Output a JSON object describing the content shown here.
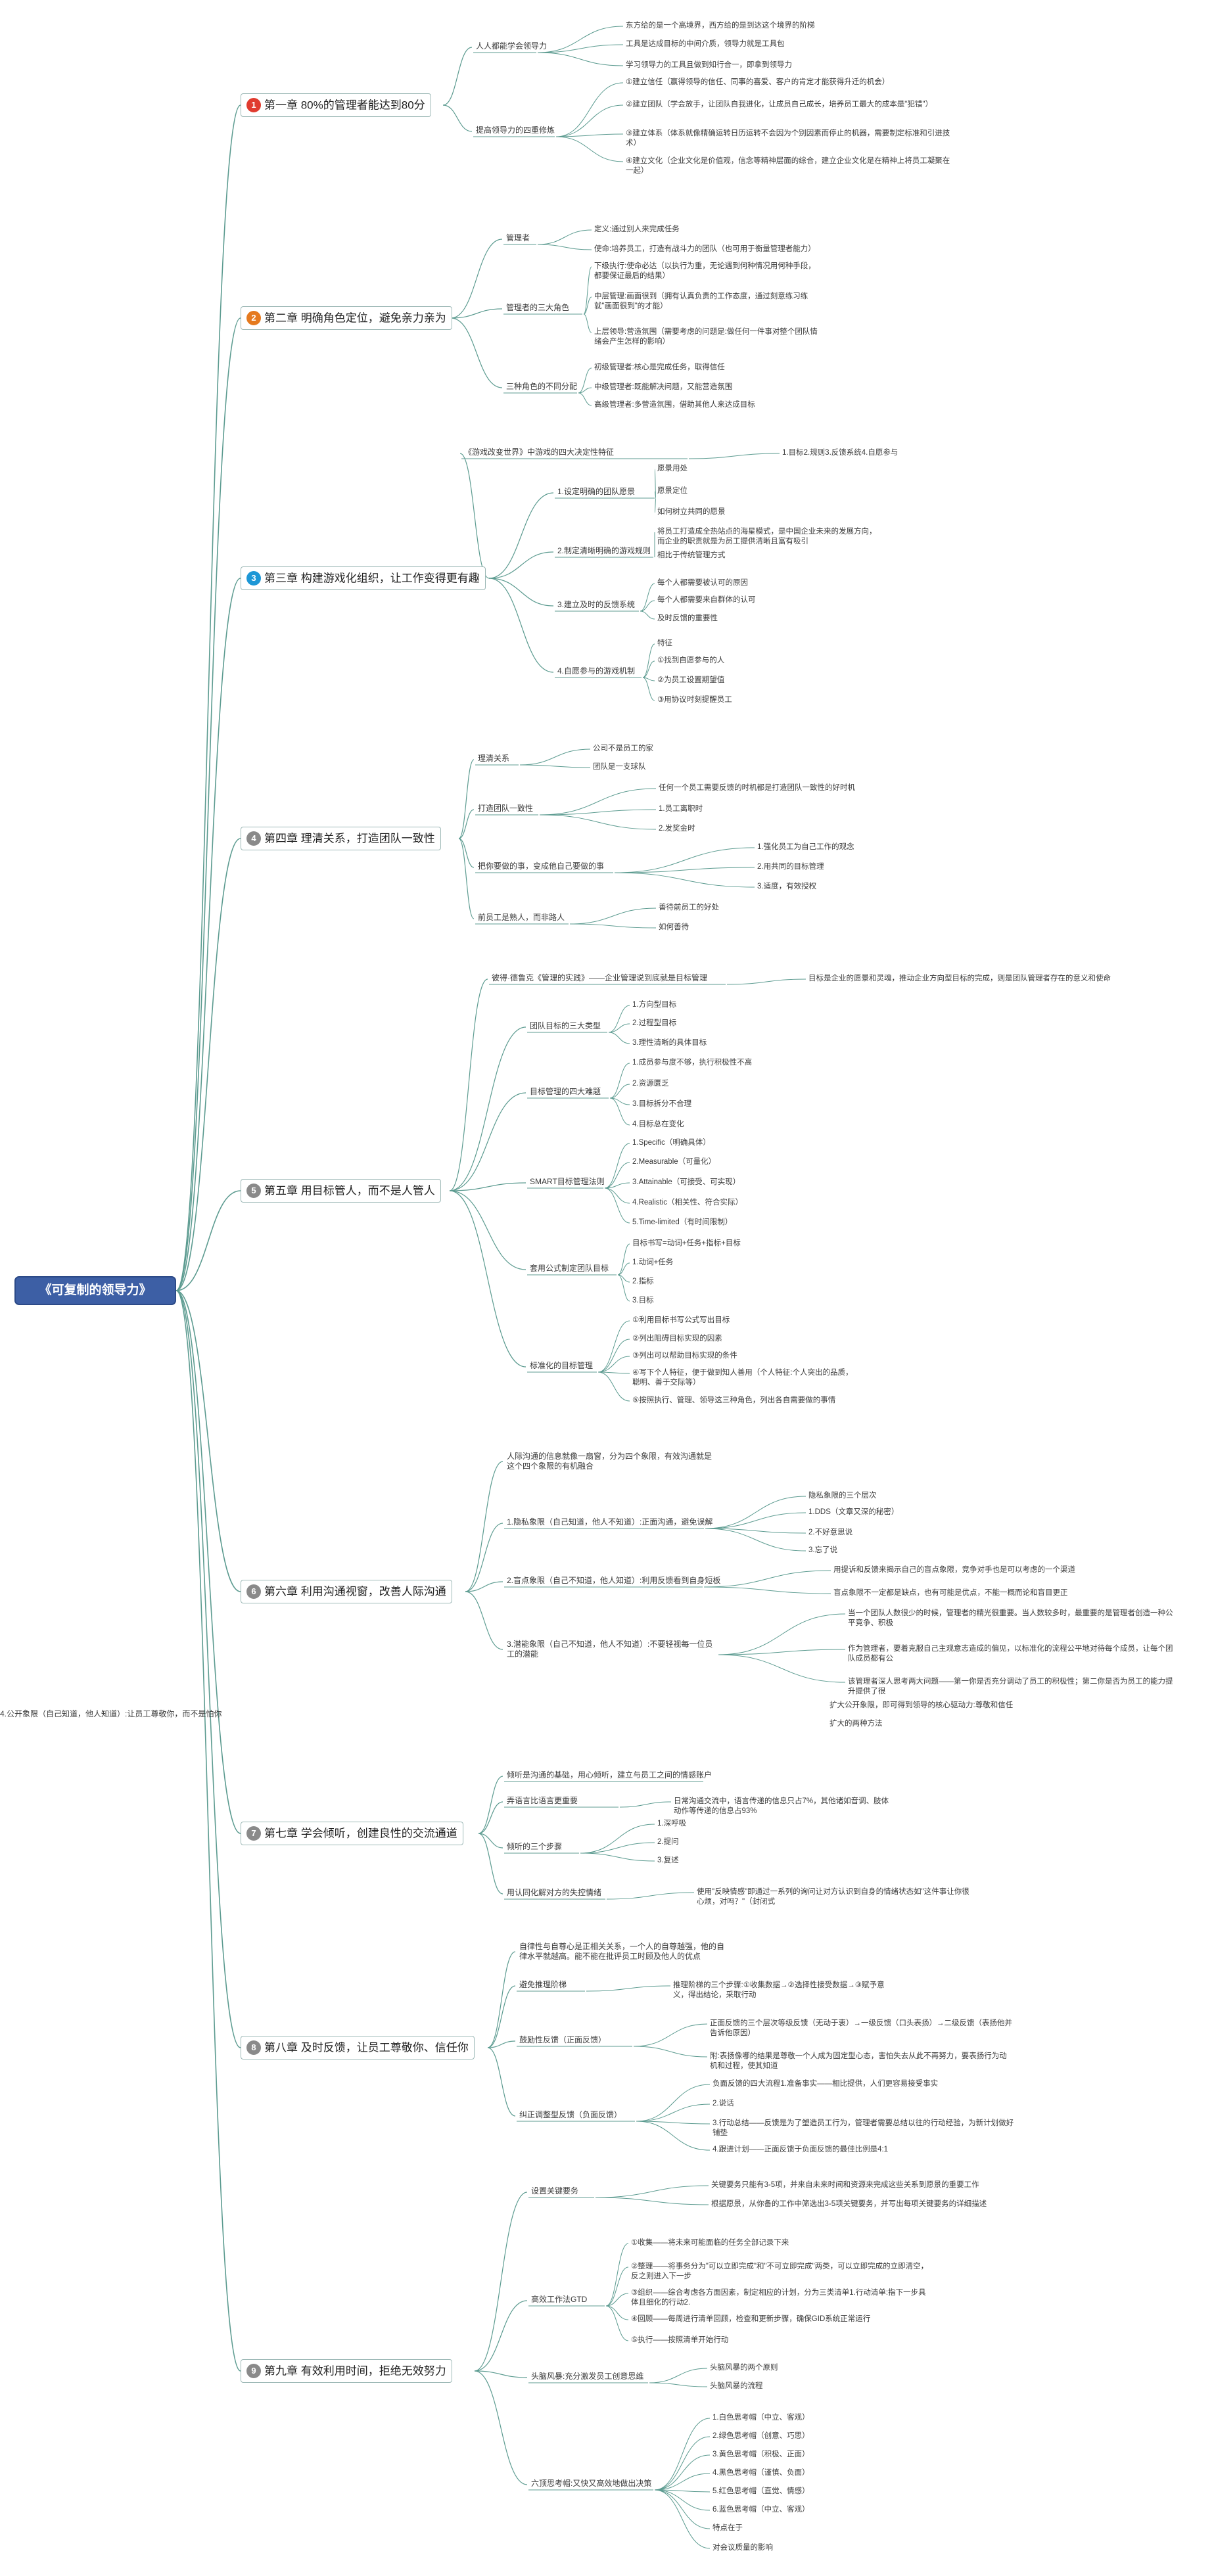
{
  "root": "《可复制的领导力》",
  "chapters": [
    {
      "num": "1",
      "title": "第一章 80%的管理者能达到80分",
      "badge_color": "#e03b2f",
      "branches": [
        {
          "label": "人人都能学会领导力",
          "children": [
            {
              "text": "东方给的是一个高境界，西方给的是到达这个境界的阶梯"
            },
            {
              "text": "工具是达成目标的中间介质，领导力就是工具包"
            },
            {
              "text": "学习领导力的工具且做到知行合一，即拿到领导力"
            }
          ]
        },
        {
          "label": "提高领导力的四重修炼",
          "children": [
            {
              "text": "①建立信任（赢得领导的信任、同事的喜爱、客户的肯定才能获得升迁的机会）"
            },
            {
              "text": "②建立团队（学会放手，让团队自我进化，让成员自己成长，培养员工最大的成本是\"犯错\"）"
            },
            {
              "text": "③建立体系（体系就像精确运转日历运转不会因为个别因素而停止的机器，需要制定标准和引进技术）"
            },
            {
              "text": "④建立文化（企业文化是价值观，信念等精神层面的综合，建立企业文化是在精神上将员工凝聚在一起）"
            }
          ]
        }
      ]
    },
    {
      "num": "2",
      "title": "第二章 明确角色定位，避免亲力亲为",
      "badge_color": "#e57a1f",
      "branches": [
        {
          "label": "管理者",
          "children": [
            {
              "text": "定义:通过别人来完成任务"
            },
            {
              "text": "使命:培养员工，打造有战斗力的团队（也可用于衡量管理者能力）"
            }
          ]
        },
        {
          "label": "管理者的三大角色",
          "children": [
            {
              "text": "下级执行:使命必达（以执行为重，无论遇到何种情况用何种手段，都要保证最后的结果）"
            },
            {
              "text": "中层管理:画面很到（拥有认真负责的工作态度，通过刻意练习练就\"画面很到\"的才能）"
            },
            {
              "text": "上层领导:营造氛围（需要考虑的问题是:做任何一件事对整个团队情绪会产生怎样的影响）"
            }
          ]
        },
        {
          "label": "三种角色的不同分配",
          "children": [
            {
              "text": "初级管理者:核心是完成任务，取得信任"
            },
            {
              "text": "中级管理者:既能解决问题，又能营造氛围"
            },
            {
              "text": "高级管理者:多营造氛围，借助其他人来达成目标"
            }
          ]
        }
      ]
    },
    {
      "num": "3",
      "title": "第三章 构建游戏化组织，让工作变得更有趣",
      "badge_color": "#1d97d6",
      "branches": [
        {
          "label": "《游戏改变世界》中游戏的四大决定性特征",
          "children": [
            {
              "text": "1.目标2.规则3.反馈系统4.自愿参与"
            }
          ]
        },
        {
          "label": "1.设定明确的团队愿景",
          "children": [
            {
              "text": "愿景用处"
            },
            {
              "text": "愿景定位"
            },
            {
              "text": "如何树立共同的愿景"
            }
          ]
        },
        {
          "label": "2.制定清晰明确的游戏规则",
          "children": [
            {
              "text": "将员工打造成全热站点的海星模式，是中国企业未来的发展方向，而企业的职责就是为员工提供清晰且富有吸引"
            },
            {
              "text": "相比于传统管理方式"
            }
          ]
        },
        {
          "label": "3.建立及时的反馈系统",
          "children": [
            {
              "text": "每个人都需要被认可的原因"
            },
            {
              "text": "每个人都需要来自群体的认可"
            },
            {
              "text": "及时反馈的重要性"
            }
          ]
        },
        {
          "label": "4.自愿参与的游戏机制",
          "children": [
            {
              "text": "特征"
            },
            {
              "text": "①找到自愿参与的人"
            },
            {
              "text": "②为员工设置期望值"
            },
            {
              "text": "③用协议时刻提醒员工"
            }
          ]
        }
      ]
    },
    {
      "num": "4",
      "title": "第四章 理清关系，打造团队一致性",
      "badge_color": "#8a8a8a",
      "branches": [
        {
          "label": "理清关系",
          "children": [
            {
              "text": "公司不是员工的家"
            },
            {
              "text": "团队是一支球队"
            }
          ]
        },
        {
          "label": "打造团队一致性",
          "children": [
            {
              "text": "任何一个员工需要反馈的时机都是打造团队一致性的好时机"
            },
            {
              "text": "1.员工离职时"
            },
            {
              "text": "2.发奖金时"
            }
          ]
        },
        {
          "label": "把你要做的事，变成他自己要做的事",
          "children": [
            {
              "text": "1.强化员工为自己工作的观念"
            },
            {
              "text": "2.用共同的目标管理"
            },
            {
              "text": "3.适度，有效授权"
            }
          ]
        },
        {
          "label": "前员工是熟人，而非路人",
          "children": [
            {
              "text": "善待前员工的好处"
            },
            {
              "text": "如何善待"
            }
          ]
        }
      ]
    },
    {
      "num": "5",
      "title": "第五章 用目标管人，而不是人管人",
      "badge_color": "#8a8a8a",
      "branches": [
        {
          "label": "彼得·德鲁克《管理的实践》——企业管理说到底就是目标管理",
          "children": [
            {
              "text": "目标是企业的愿景和灵魂，推动企业方向型目标的完成，则是团队管理者存在的意义和使命"
            }
          ]
        },
        {
          "label": "团队目标的三大类型",
          "children": [
            {
              "text": "1.方向型目标"
            },
            {
              "text": "2.过程型目标"
            },
            {
              "text": "3.理性清晰的具体目标"
            }
          ]
        },
        {
          "label": "目标管理的四大难题",
          "children": [
            {
              "text": "1.成员参与度不够，执行积极性不高"
            },
            {
              "text": "2.资源匮乏"
            },
            {
              "text": "3.目标拆分不合理"
            },
            {
              "text": "4.目标总在变化"
            }
          ]
        },
        {
          "label": "SMART目标管理法则",
          "children": [
            {
              "text": "1.Specific（明确具体）"
            },
            {
              "text": "2.Measurable（可量化）"
            },
            {
              "text": "3.Attainable（可接受、可实现）"
            },
            {
              "text": "4.Realistic（相关性、符合实际）"
            },
            {
              "text": "5.Time-limited（有时间限制）"
            }
          ]
        },
        {
          "label": "套用公式制定团队目标",
          "children": [
            {
              "text": "目标书写=动词+任务+指标+目标"
            },
            {
              "text": "1.动词+任务"
            },
            {
              "text": "2.指标"
            },
            {
              "text": "3.目标"
            }
          ]
        },
        {
          "label": "标准化的目标管理",
          "children": [
            {
              "text": "①利用目标书写公式写出目标"
            },
            {
              "text": "②列出阻碍目标实现的因素"
            },
            {
              "text": "③列出可以帮助目标实现的条件"
            },
            {
              "text": "④写下个人特征，便于做到知人善用（个人特征:个人突出的品质，聪明、善于交际等）"
            },
            {
              "text": "⑤按照执行、管理、领导这三种角色，列出各自需要做的事情"
            }
          ]
        }
      ]
    },
    {
      "num": "6",
      "title": "第六章 利用沟通视窗，改善人际沟通",
      "badge_color": "#8a8a8a",
      "branches": [
        {
          "label": "人际沟通的信息就像一扇窗，分为四个象限，有效沟通就是这个四个象限的有机融合",
          "children": []
        },
        {
          "label": "1.隐私象限（自己知道，他人不知道）:正面沟通，避免误解",
          "children": [
            {
              "text": "隐私象限的三个层次"
            },
            {
              "text": "1.DDS（文章又深的秘密）"
            },
            {
              "text": "2.不好意思说"
            },
            {
              "text": "3.忘了说"
            }
          ]
        },
        {
          "label": "2.盲点象限（自己不知道，他人知道）:利用反馈看到自身短板",
          "children": [
            {
              "text": "用提诉和反馈来揭示自己的盲点象限，竞争对手也是可以考虑的一个渠道"
            },
            {
              "text": "盲点象限不一定都是缺点，也有可能是优点，不能一概而论和盲目更正"
            }
          ]
        },
        {
          "label": "3.潜能象限（自己不知道，他人不知道）:不要轻视每一位员工的潜能",
          "children": [
            {
              "text": "当一个团队人数很少的时候，管理者的精光很重要。当人数较多时，最重要的是管理者创造一种公平竞争、积极"
            },
            {
              "text": "作为管理者，要着克服自己主观意志造成的偏见，以标准化的流程公平地对待每个成员，让每个团队成员都有公"
            },
            {
              "text": "该管理者深人思考两大问题——第一你是否充分调动了员工的积极性；第二你是否为员工的能力提升提供了很"
            }
          ]
        },
        {
          "label": "4.公开象限（自己知道，他人知道）:让员工尊敬你，而不是怕你",
          "children": [
            {
              "text": "扩大公开象限，即可得到领导的核心驱动力:尊敬和信任"
            },
            {
              "text": "扩大的两种方法"
            }
          ]
        }
      ]
    },
    {
      "num": "7",
      "title": "第七章 学会倾听，创建良性的交流通道",
      "badge_color": "#8a8a8a",
      "branches": [
        {
          "label": "倾听是沟通的基础，用心倾听，建立与员工之间的情感账户",
          "children": []
        },
        {
          "label": "弄语言比语言更重要",
          "children": [
            {
              "text": "日常沟通交流中，语言传递的信息只占7%，其他诸如音调、肢体动作等传递的信息占93%"
            }
          ]
        },
        {
          "label": "倾听的三个步骤",
          "children": [
            {
              "text": "1.深呼吸"
            },
            {
              "text": "2.提问"
            },
            {
              "text": "3.复述"
            }
          ]
        },
        {
          "label": "用认同化解对方的失控情绪",
          "children": [
            {
              "text": "使用\"反映情感\"即通过一系列的询问让对方认识到自身的情绪状态如\"这件事让你很心烦，对吗？\"（封闭式"
            }
          ]
        }
      ]
    },
    {
      "num": "8",
      "title": "第八章 及时反馈，让员工尊敬你、信任你",
      "badge_color": "#8a8a8a",
      "branches": [
        {
          "label": "自律性与自尊心是正相关关系，一个人的自尊越强，他的自律水平就越高。能不能在批评员工时顾及他人的优点",
          "children": []
        },
        {
          "label": "避免推理阶梯",
          "children": [
            {
              "text": "推理阶梯的三个步骤:①收集数据→②选择性接受数据→③赋予意义，得出结论，采取行动"
            }
          ]
        },
        {
          "label": "鼓励性反馈（正面反馈）",
          "children": [
            {
              "text": "正面反馈的三个层次等级反馈（无动于衷）→一级反馈（口头表扬）→二级反馈（表扬他并告诉他原因）"
            },
            {
              "text": "附:表扬像哪的结果是尊敬一个人成为固定型心态，害怕失去从此不再努力，要表扬行为动机和过程，使其知道"
            }
          ]
        },
        {
          "label": "纠正调整型反馈（负面反馈）",
          "children": [
            {
              "text": "负面反馈的四大流程1.准备事实——相比提供，人们更容易接受事实"
            },
            {
              "text": "2.说话"
            },
            {
              "text": "3.行动总结——反馈是为了塑造员工行为，管理者需要总结以往的行动经验，为新计划做好铺垫"
            },
            {
              "text": "4.跟进计划——正面反馈于负面反馈的最佳比例是4:1"
            }
          ]
        }
      ]
    },
    {
      "num": "9",
      "title": "第九章 有效利用时间，拒绝无效努力",
      "badge_color": "#8a8a8a",
      "branches": [
        {
          "label": "设置关键要务",
          "children": [
            {
              "text": "关键要务只能有3-5项，并来自未来时间和资源来完成这些关系到愿景的重要工作"
            },
            {
              "text": "根据愿景，从你备的工作中筛选出3-5项关键要务，并写出每项关键要务的详细描述"
            }
          ]
        },
        {
          "label": "高效工作法GTD",
          "children": [
            {
              "text": "①收集——将未来可能面临的任务全部记录下来"
            },
            {
              "text": "②整理——将事务分为\"可以立即完成\"和\"不可立即完成\"两类，可以立即完成的立即清空，反之则进入下一步"
            },
            {
              "text": "③组织——综合考虑各方面因素，制定相应的计划，分为三类清单1.行动清单:指下一步具体且细化的行动2."
            },
            {
              "text": "④回顾——每周进行清单回顾，检查和更新步骤，确保GID系统正常运行"
            },
            {
              "text": "⑤执行——按照清单开始行动"
            }
          ]
        },
        {
          "label": "头脑风暴:充分激发员工创意思维",
          "children": [
            {
              "text": "头脑风暴的两个原则"
            },
            {
              "text": "头脑风暴的流程"
            }
          ]
        },
        {
          "label": "六顶思考帽:又快又高效地做出决策",
          "children": [
            {
              "text": "1.白色思考帽（中立、客观）"
            },
            {
              "text": "2.绿色思考帽（创意、巧思）"
            },
            {
              "text": "3.黄色思考帽（积极、正面）"
            },
            {
              "text": "4.黑色思考帽（谨慎、负面）"
            },
            {
              "text": "5.红色思考帽（直觉、情感）"
            },
            {
              "text": "6.蓝色思考帽（中立、客观）"
            },
            {
              "text": "特点在于"
            },
            {
              "text": "对会议质量的影响"
            }
          ]
        }
      ]
    }
  ]
}
